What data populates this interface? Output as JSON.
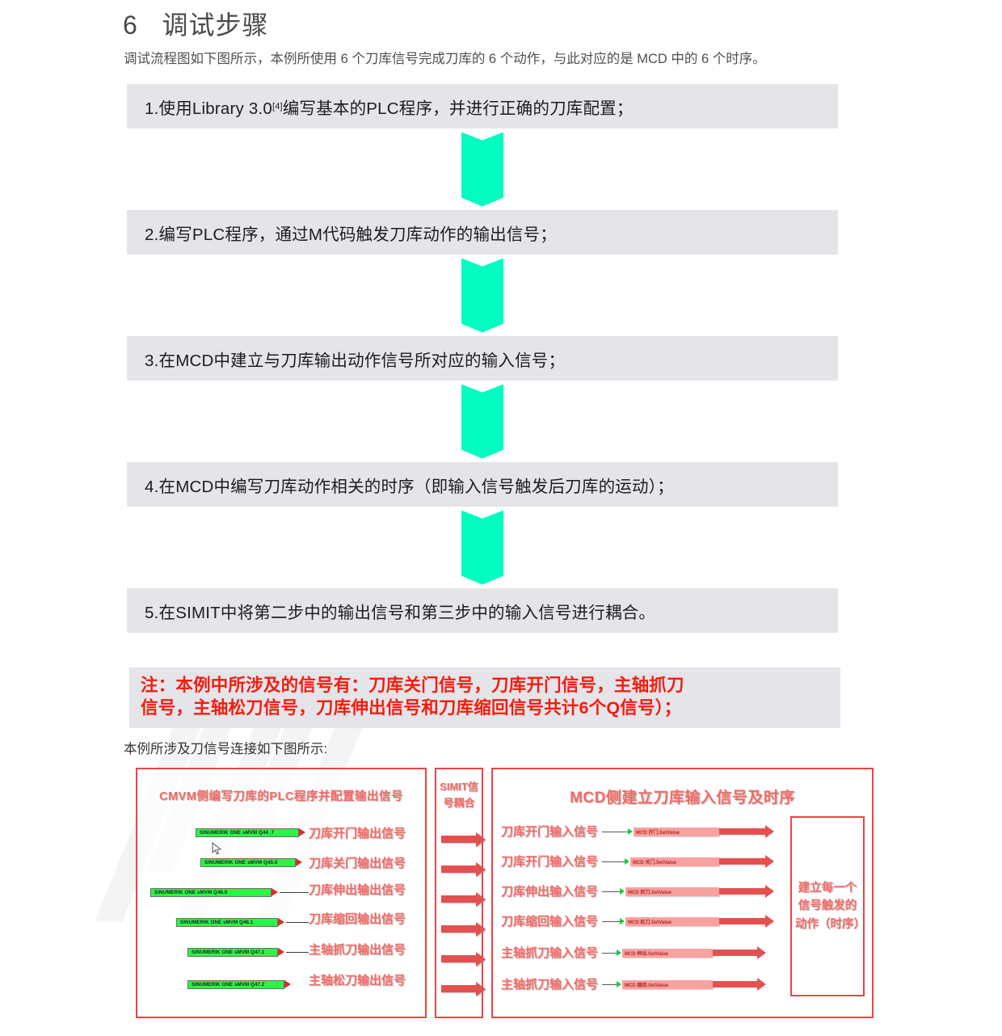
{
  "page": {
    "heading": "6   调试步骤",
    "intro": "调试流程图如下图所示，本例所使用 6 个刀库信号完成刀库的 6 个动作，与此对应的是 MCD 中的 6 个时序。",
    "caption": "本例所涉及刀信号连接如下图所示:"
  },
  "colors": {
    "flow_box_bg": "#e4e4e9",
    "arrow_green": "#04fcc1",
    "note_red": "#f41c0e",
    "diagram_red": "#ee4444",
    "label_red": "#f46a66",
    "pill_green": "#2bf546",
    "pill_pink": "#f8a1a1"
  },
  "flow": {
    "steps": [
      {
        "prefix": "1.使用Library 3.0",
        "sup": "[4]",
        "suffix": "编写基本的PLC程序，并进行正确的刀库配置；"
      },
      {
        "prefix": "2.编写PLC程序，通过M代码触发刀库动作的输出信号；",
        "sup": "",
        "suffix": ""
      },
      {
        "prefix": "3.在MCD中建立与刀库输出动作信号所对应的输入信号；",
        "sup": "",
        "suffix": ""
      },
      {
        "prefix": "4.在MCD中编写刀库动作相关的时序（即输入信号触发后刀库的运动）；",
        "sup": "",
        "suffix": ""
      },
      {
        "prefix": "5.在SIMIT中将第二步中的输出信号和第三步中的输入信号进行耦合。",
        "sup": "",
        "suffix": ""
      }
    ],
    "arrow_icon": "down-arrow-icon"
  },
  "note": {
    "line1": "注：本例中所涉及的信号有：刀库关门信号，刀库开门信号，主轴抓刀",
    "line2": "信号，主轴松刀信号，刀库伸出信号和刀库缩回信号共计6个Q信号）；"
  },
  "diagram": {
    "left_panel": {
      "title": "CMVM侧编写刀库的PLC程序并配置输出信号",
      "rows": [
        {
          "signal": "SINUMERIK ONE sMVM Q44_7",
          "label": "刀库开门输出信号"
        },
        {
          "signal": "SINUMERIK ONE sMVM Q45.0",
          "label": "刀库关门输出信号"
        },
        {
          "signal": "SINUMERIK ONE sMVM Q46.0",
          "label": "刀库伸出输出信号"
        },
        {
          "signal": "SINUMERIK ONE sMVM Q46.1",
          "label": "刀库缩回输出信号"
        },
        {
          "signal": "SINUMERIK ONE sMVM Q47.1",
          "label": "主轴抓刀输出信号"
        },
        {
          "signal": "SINUMERIK ONE sMVM Q47.2",
          "label": "主轴松刀输出信号"
        }
      ]
    },
    "mid_panel": {
      "title": "SIMIT信号耦合",
      "arrow_count": 6
    },
    "right_panel": {
      "title": "MCD侧建立刀库输入信号及时序",
      "rows": [
        {
          "label": "刀库开门输入信号",
          "mcd": "MCD 开门.SetValue"
        },
        {
          "label": "刀库开门输入信号",
          "mcd": "MCD 关门.SetValue"
        },
        {
          "label": "刀库伸出输入信号",
          "mcd": "MCD 抓刀.SetValue"
        },
        {
          "label": "刀库缩回输入信号",
          "mcd": "MCD 松刀.SetValue"
        },
        {
          "label": "主轴抓刀输入信号",
          "mcd": "MCD 伸出.SetValue"
        },
        {
          "label": "主轴抓刀输入信号",
          "mcd": "MCD 缩回.SetValue"
        }
      ],
      "action_box": "建立每一个信号触发的动作（时序）"
    }
  }
}
